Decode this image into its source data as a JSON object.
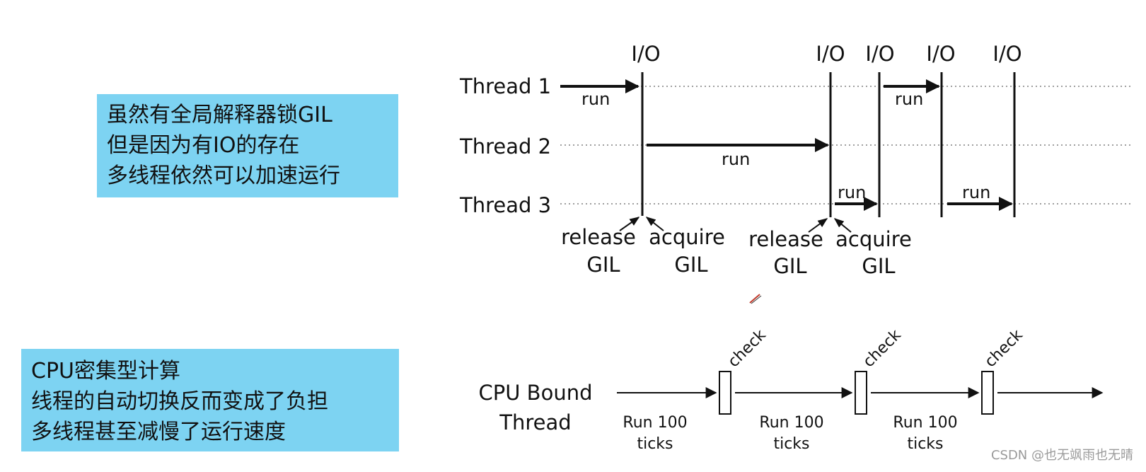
{
  "notes": {
    "gil": [
      "虽然有全局解释器锁GIL",
      "但是因为有IO的存在",
      "多线程依然可以加速运行"
    ],
    "cpu": [
      "CPU密集型计算",
      "线程的自动切换反而变成了负担",
      "多线程甚至减慢了运行速度"
    ],
    "color": "#7dd3f2"
  },
  "io_diagram": {
    "io_label": "I/O",
    "threads": [
      "Thread 1",
      "Thread 2",
      "Thread 3"
    ],
    "run_label": "run",
    "release_label": "release",
    "acquire_label": "acquire",
    "gil_label": "GIL"
  },
  "cpu_diagram": {
    "title_line1": "CPU Bound",
    "title_line2": "Thread",
    "check_label": "check",
    "run_line1": "Run 100",
    "run_line2": "ticks"
  },
  "watermark": "CSDN @也无飒雨也无晴"
}
